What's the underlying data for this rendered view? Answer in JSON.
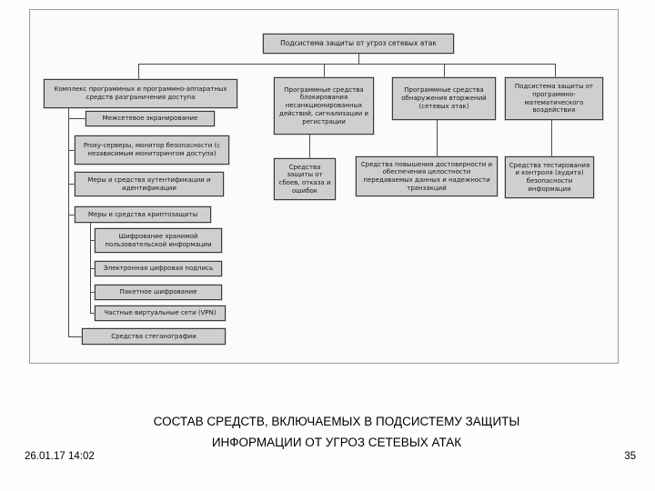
{
  "slide": {
    "caption": {
      "line1": "СОСТАВ СРЕДСТВ, ВКЛЮЧАЕМЫХ В ПОДСИСТЕМУ ЗАЩИТЫ",
      "line2": "ИНФОРМАЦИИ ОТ УГРОЗ СЕТЕВЫХ АТАК"
    },
    "footer": {
      "datetime": "26.01.17 14:02",
      "page_number": "35"
    }
  },
  "diagram": {
    "nodes": {
      "root": "Подсистема защиты от угроз сетевых атак",
      "access_complex": "Комплекс программных и программно-аппаратных средств разграничения доступа",
      "blocking_software": "Программные средства блокирования несанкционированных действий, сигнализации и регистрации",
      "intrusion_detection": "Программные средства обнаружения вторжений (сетевых атак)",
      "malware_protection": "Подсистема защиты от программно-математического воздействия",
      "firewall": "Межсетевое экранирование",
      "proxy": "Proxy-серверы, монитор безопасности (с независимым мониторингом доступа)",
      "authentication": "Меры и средства аутентификации и идентификации",
      "crypto": "Меры и средства криптозащиты",
      "stored_encryption": "Шифрование хранимой пользовательской информации",
      "digital_signature": "Электронная цифровая подпись",
      "packet_encryption": "Пакетное шифрование",
      "vpn": "Частные виртуальные сети (VPN)",
      "steganography": "Средства стеганографии",
      "failure_protection": "Средства защиты от сбоев, отказа и ошибок",
      "data_integrity": "Средства повышения достоверности и обеспечения целостности передаваемых данных и надежности транзакций",
      "security_testing": "Средства тестирования и контроля (аудита) безопасности информации"
    }
  }
}
